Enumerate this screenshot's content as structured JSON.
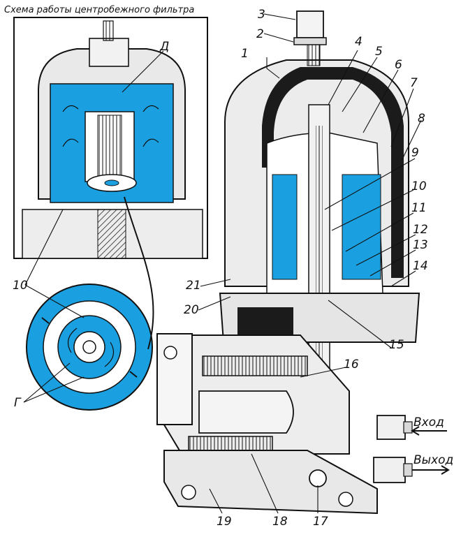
{
  "title": "Схема работы центробежного фильтра",
  "flows": {
    "inlet": "Вход",
    "outlet": "Выход"
  },
  "colors": {
    "fluid": "#1aa0e0",
    "ink": "#111111",
    "paper": "#ffffff"
  },
  "labels": [
    {
      "id": "n1",
      "text": "1"
    },
    {
      "id": "n2",
      "text": "2"
    },
    {
      "id": "n3",
      "text": "3"
    },
    {
      "id": "n4",
      "text": "4"
    },
    {
      "id": "n5",
      "text": "5"
    },
    {
      "id": "n6",
      "text": "6"
    },
    {
      "id": "n7",
      "text": "7"
    },
    {
      "id": "n8",
      "text": "8"
    },
    {
      "id": "n9",
      "text": "9"
    },
    {
      "id": "n10",
      "text": "10"
    },
    {
      "id": "n11",
      "text": "11"
    },
    {
      "id": "n12",
      "text": "12"
    },
    {
      "id": "n13",
      "text": "13"
    },
    {
      "id": "n14",
      "text": "14"
    },
    {
      "id": "n15",
      "text": "15"
    },
    {
      "id": "n16",
      "text": "16"
    },
    {
      "id": "n17",
      "text": "17"
    },
    {
      "id": "n18",
      "text": "18"
    },
    {
      "id": "n19",
      "text": "19"
    },
    {
      "id": "n20",
      "text": "20"
    },
    {
      "id": "n21",
      "text": "21"
    },
    {
      "id": "n10b",
      "text": "10"
    },
    {
      "id": "nD",
      "text": "Д"
    },
    {
      "id": "nG",
      "text": "Г"
    }
  ]
}
